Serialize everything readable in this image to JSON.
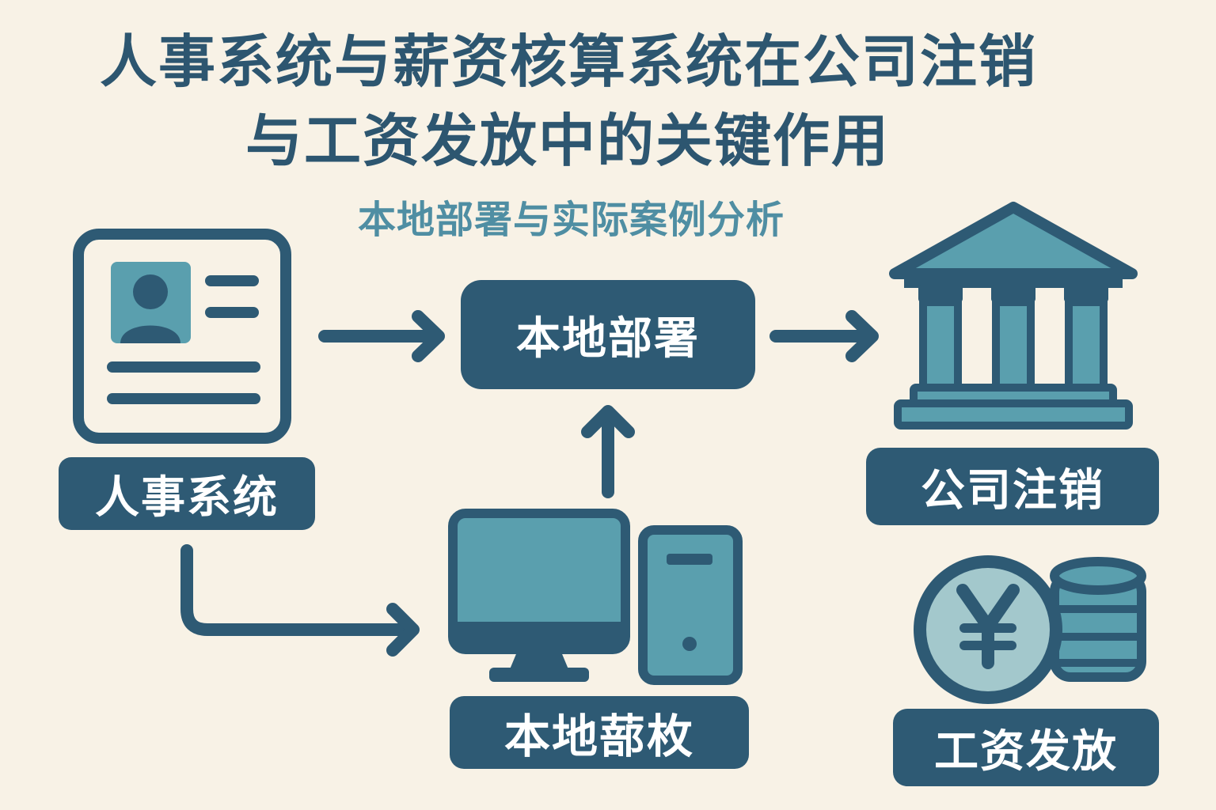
{
  "title": {
    "line1": "人事系统与薪资核算系统在公司注销",
    "line2": "与工资发放中的关键作用"
  },
  "subtitle": "本地部署与实际案例分析",
  "nodes": {
    "hr_system": "人事系统",
    "local_deployment": "本地部署",
    "local_payroll": "本地蔀枚",
    "company_deregistration": "公司注销",
    "salary_payment": "工资发放"
  },
  "colors": {
    "background": "#f8f2e6",
    "primary": "#2e5a74",
    "accent": "#5a9fae",
    "light_accent": "#a3c8cc"
  },
  "icons": [
    "id-card-icon",
    "computer-icon",
    "bank-icon",
    "yen-coin-icon",
    "coin-stack-icon",
    "arrow-icon"
  ]
}
